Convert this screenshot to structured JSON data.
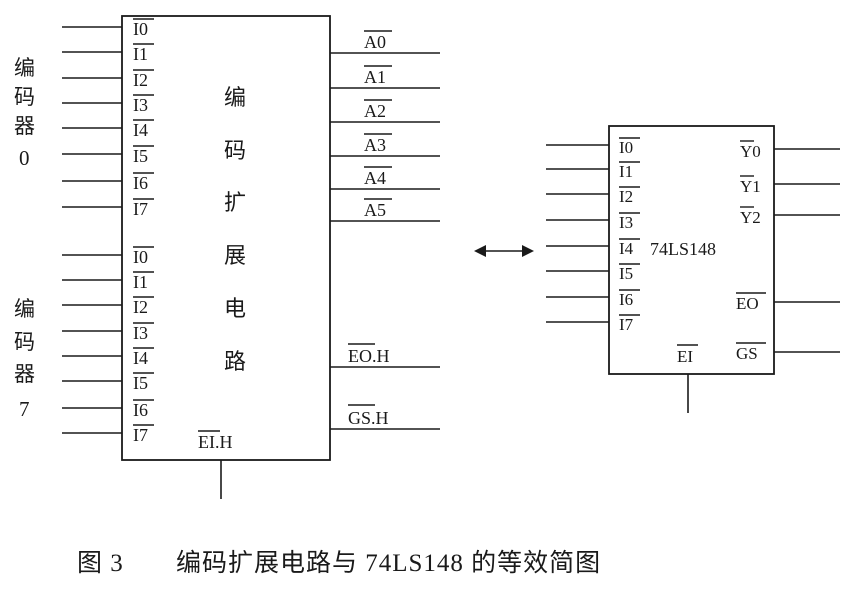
{
  "expander": {
    "title_chars": [
      "编",
      "码",
      "扩",
      "展",
      "电",
      "路"
    ],
    "input_group_0": [
      "I0",
      "I1",
      "I2",
      "I3",
      "I4",
      "I5",
      "I6",
      "I7"
    ],
    "input_group_7": [
      "I0",
      "I1",
      "I2",
      "I3",
      "I4",
      "I5",
      "I6",
      "I7"
    ],
    "outputs": [
      "A0",
      "A1",
      "A2",
      "A3",
      "A4",
      "A5"
    ],
    "eo_label": "EO.H",
    "gs_label": "GS.H",
    "ei_label": "EI.H"
  },
  "encoder_labels": {
    "encoder_0": [
      "编",
      "码",
      "器",
      "0"
    ],
    "encoder_7": [
      "编",
      "码",
      "器",
      "7"
    ]
  },
  "chip": {
    "name": "74LS148",
    "inputs": [
      "I0",
      "I1",
      "I2",
      "I3",
      "I4",
      "I5",
      "I6",
      "I7"
    ],
    "outputs": [
      "Y0",
      "Y1",
      "Y2"
    ],
    "eo_label": "EO",
    "gs_label": "GS",
    "ei_label": "EI"
  },
  "caption": {
    "figure": "图 3",
    "text": "编码扩展电路与 74LS148 的等效简图"
  }
}
